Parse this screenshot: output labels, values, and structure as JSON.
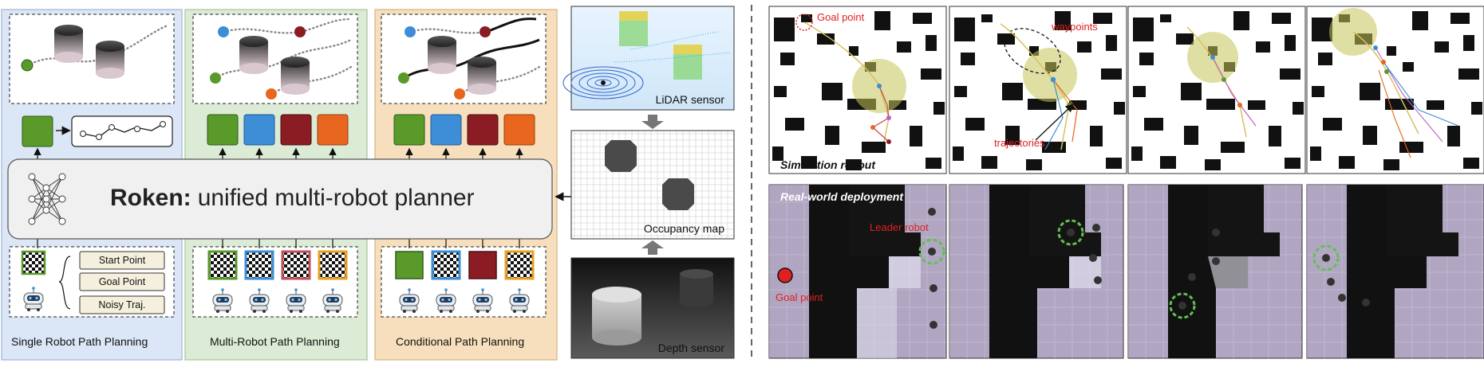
{
  "panels": {
    "single": {
      "title": "Single Robot Path Planning",
      "legend": [
        "Start Point",
        "Goal Point",
        "Noisy Traj."
      ]
    },
    "multi": {
      "title": "Multi-Robot Path Planning"
    },
    "conditional": {
      "title": "Conditional Path Planning"
    }
  },
  "planner": {
    "name": "Roken:",
    "subtitle": "unified multi-robot planner"
  },
  "sensors": {
    "lidar": "LiDAR sensor",
    "occupancy": "Occupancy map",
    "depth": "Depth sensor"
  },
  "simulation": {
    "label": "Simulation rollout",
    "goal": "Goal point",
    "waypoints": "waypoints",
    "trajectories": "trajectories"
  },
  "realworld": {
    "label": "Real-world deployment",
    "leader": "Leader robot",
    "goal": "Goal point"
  },
  "colors": {
    "green": "#5a9a2a",
    "blue": "#3d8ed6",
    "red": "#8b1c24",
    "orange": "#e8661e"
  }
}
